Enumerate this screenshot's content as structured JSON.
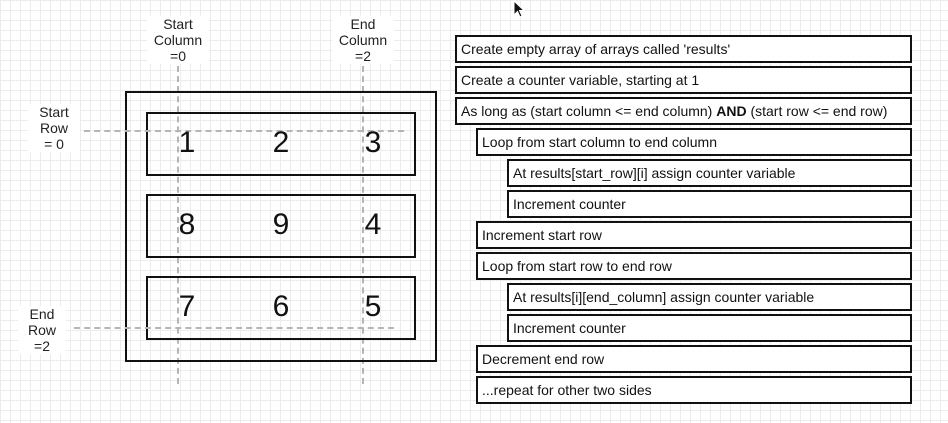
{
  "labels": {
    "start_column": [
      "Start",
      "Column",
      "=0"
    ],
    "end_column": [
      "End",
      "Column",
      "=2"
    ],
    "start_row": [
      "Start",
      "Row",
      "= 0"
    ],
    "end_row": [
      "End",
      "Row",
      "=2"
    ]
  },
  "matrix": [
    [
      "1",
      "2",
      "3"
    ],
    [
      "8",
      "9",
      "4"
    ],
    [
      "7",
      "6",
      "5"
    ]
  ],
  "steps": [
    {
      "text": "Create empty array of arrays called 'results'",
      "indent": 0
    },
    {
      "text": "Create a counter variable, starting at 1",
      "indent": 0
    },
    {
      "pre": "As long as (start column <= end column) ",
      "bold": "AND",
      "post": " (start row <= end row)",
      "indent": 0
    },
    {
      "text": "Loop from start column to end column",
      "indent": 1
    },
    {
      "text": "At results[start_row][i] assign counter variable",
      "indent": 2
    },
    {
      "text": "Increment counter",
      "indent": 2
    },
    {
      "text": "Increment start row",
      "indent": 1
    },
    {
      "text": "Loop from start row to end row",
      "indent": 1
    },
    {
      "text": "At results[i][end_column] assign counter variable",
      "indent": 2
    },
    {
      "text": "Increment counter",
      "indent": 2
    },
    {
      "text": "Decrement end row",
      "indent": 1
    },
    {
      "text": "...repeat for other two sides",
      "indent": 1
    }
  ],
  "icons": {
    "cursor": "mouse-pointer-icon"
  },
  "colors": {
    "guide": "#b5b5b5",
    "border": "#111111"
  }
}
